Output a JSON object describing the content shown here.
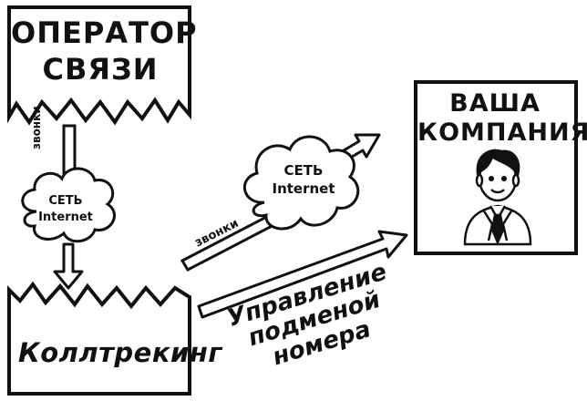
{
  "operator": {
    "line1": "ОПЕРАТОР",
    "line2": "СВЯЗИ"
  },
  "company": {
    "line1": "ВАША",
    "line2": "КОМПАНИЯ"
  },
  "network_left": {
    "line1": "СЕТЬ",
    "line2": "Internet"
  },
  "network_right": {
    "line1": "СЕТЬ",
    "line2": "Internet"
  },
  "calls_vertical": "звонки",
  "calls_diagonal": "звонки",
  "calltracking": "Коллтрекинг",
  "management": {
    "line1": "Управление",
    "line2": "подменой",
    "line3": "номера"
  },
  "icons": [
    "businessman-icon",
    "cloud-icon",
    "arrow-icon"
  ],
  "colors": {
    "ink": "#111111",
    "paper": "#ffffff"
  }
}
